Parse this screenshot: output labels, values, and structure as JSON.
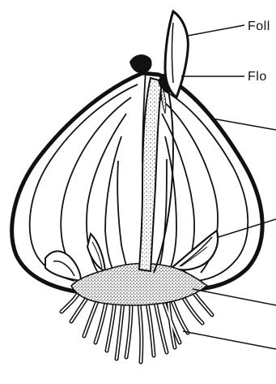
{
  "diagram": {
    "labels": [
      {
        "id": "foliage",
        "text": "Foll"
      },
      {
        "id": "flower",
        "text": "Flo"
      }
    ],
    "unlabeled_pointers": 4,
    "colors": {
      "ink": "#111111",
      "background": "#ffffff",
      "stipple": "#444444"
    }
  }
}
